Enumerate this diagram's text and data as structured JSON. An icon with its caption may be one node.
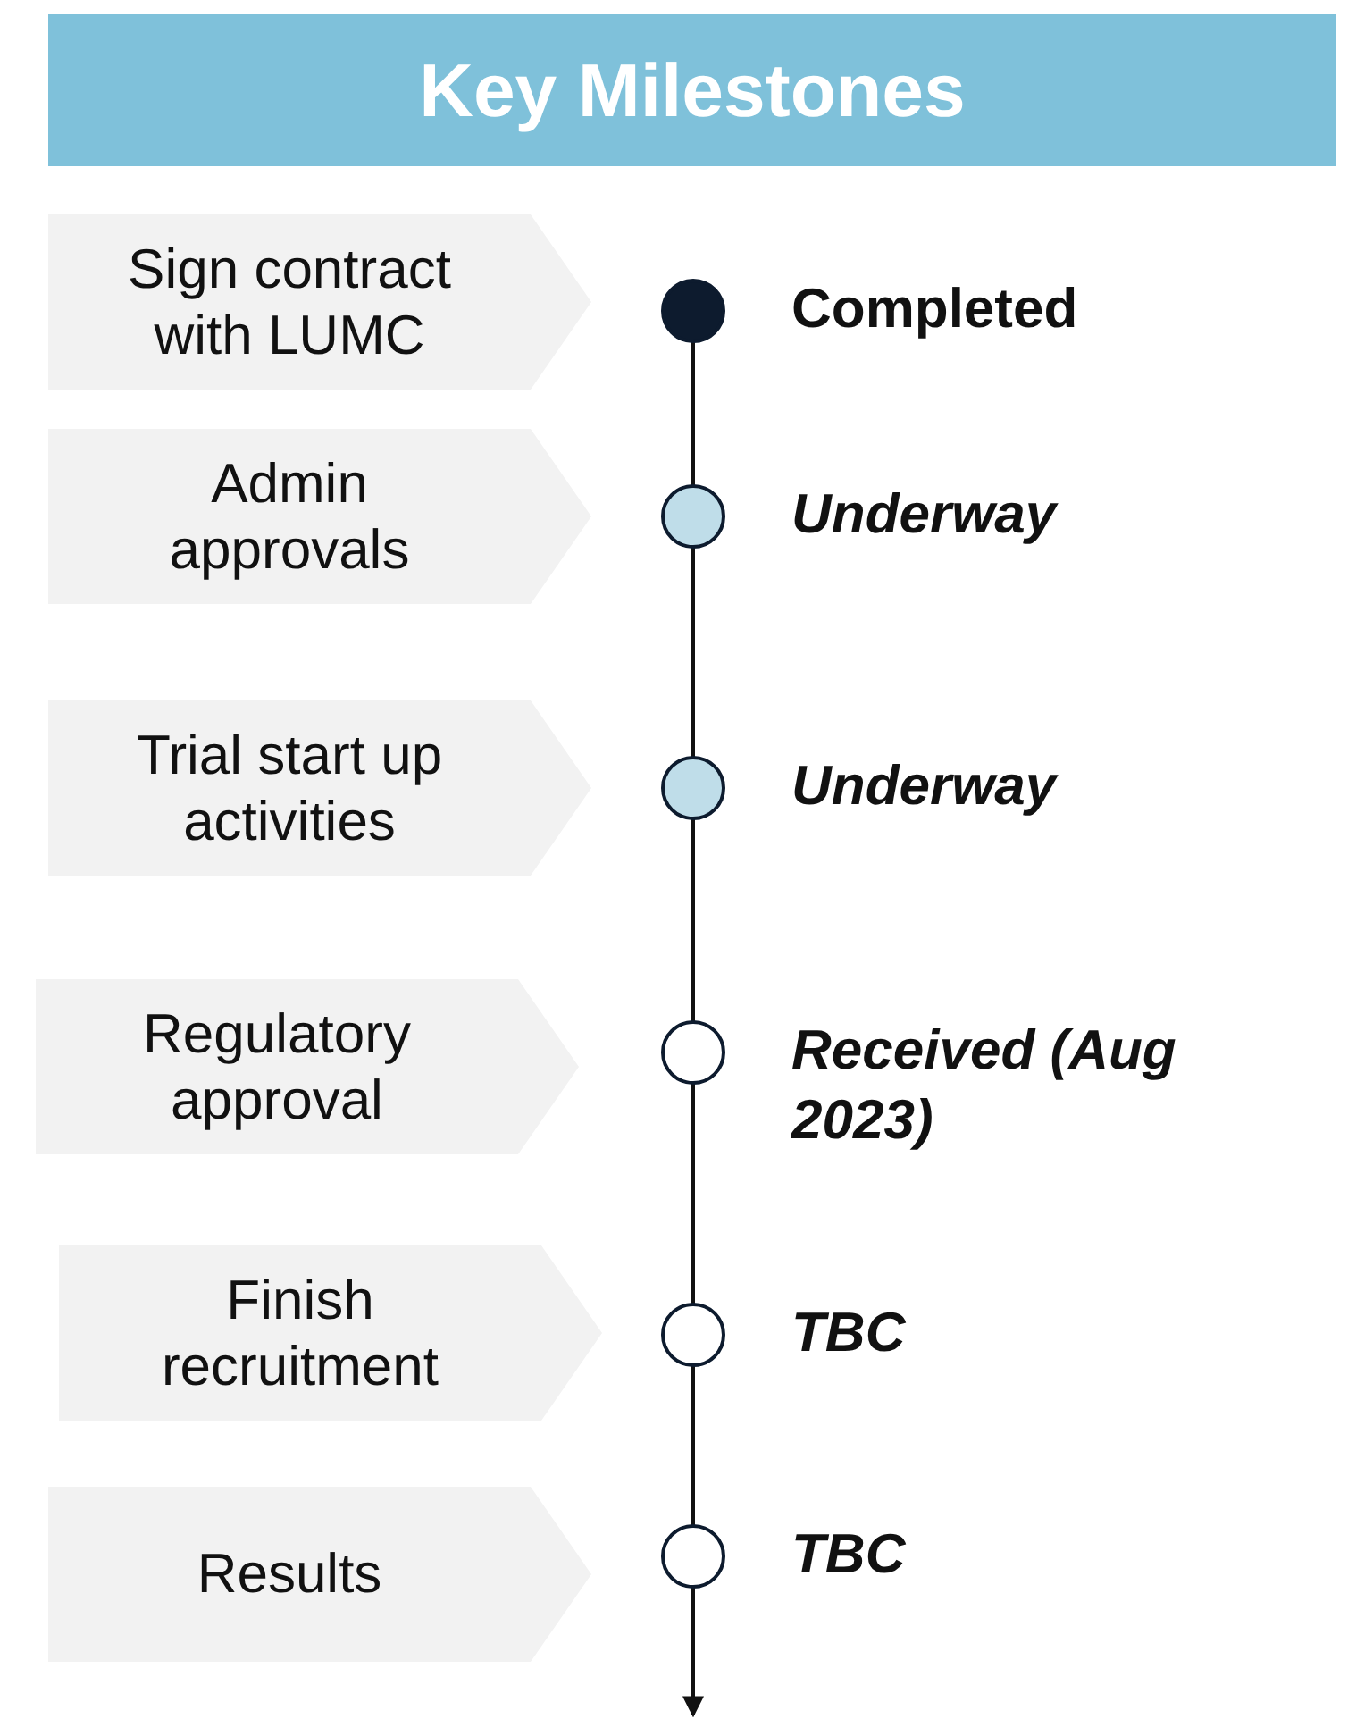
{
  "diagram": {
    "title": "Key Milestones",
    "nodes": [
      {
        "text": [
          "Sign contract with LUMC"
        ]
      },
      {
        "text": [
          "Admin approvals"
        ]
      },
      {
        "text": [
          "Trial start up activities"
        ]
      },
      {
        "text": [
          "Regulatory approval"
        ]
      },
      {
        "text": [
          "Finish recruitment"
        ]
      },
      {
        "text": [
          "Results"
        ]
      },
      {
        "text": [],
        "shape": "circle",
        "beside": [
          "Completed"
        ]
      },
      {
        "text": [],
        "shape": "circle",
        "beside": [
          "Underway"
        ]
      },
      {
        "text": [],
        "shape": "circle",
        "beside": [
          "Underway"
        ]
      },
      {
        "text": [],
        "shape": "circle",
        "beside": [
          "Received (Aug 2023)"
        ]
      },
      {
        "text": [],
        "shape": "circle",
        "beside": [
          "TBC"
        ]
      },
      {
        "text": [],
        "shape": "circle",
        "beside": [
          "TBC"
        ]
      }
    ],
    "edges": [
      {
        "from": 6,
        "to": 7,
        "arrow": "none"
      },
      {
        "from": 7,
        "to": 8,
        "arrow": "none"
      },
      {
        "from": 8,
        "to": 9,
        "arrow": "none"
      },
      {
        "from": 9,
        "to": 10,
        "arrow": "none"
      },
      {
        "from": 10,
        "to": 11,
        "arrow": "none"
      },
      {
        "from": 11,
        "to": null,
        "arrow": "to"
      }
    ]
  }
}
